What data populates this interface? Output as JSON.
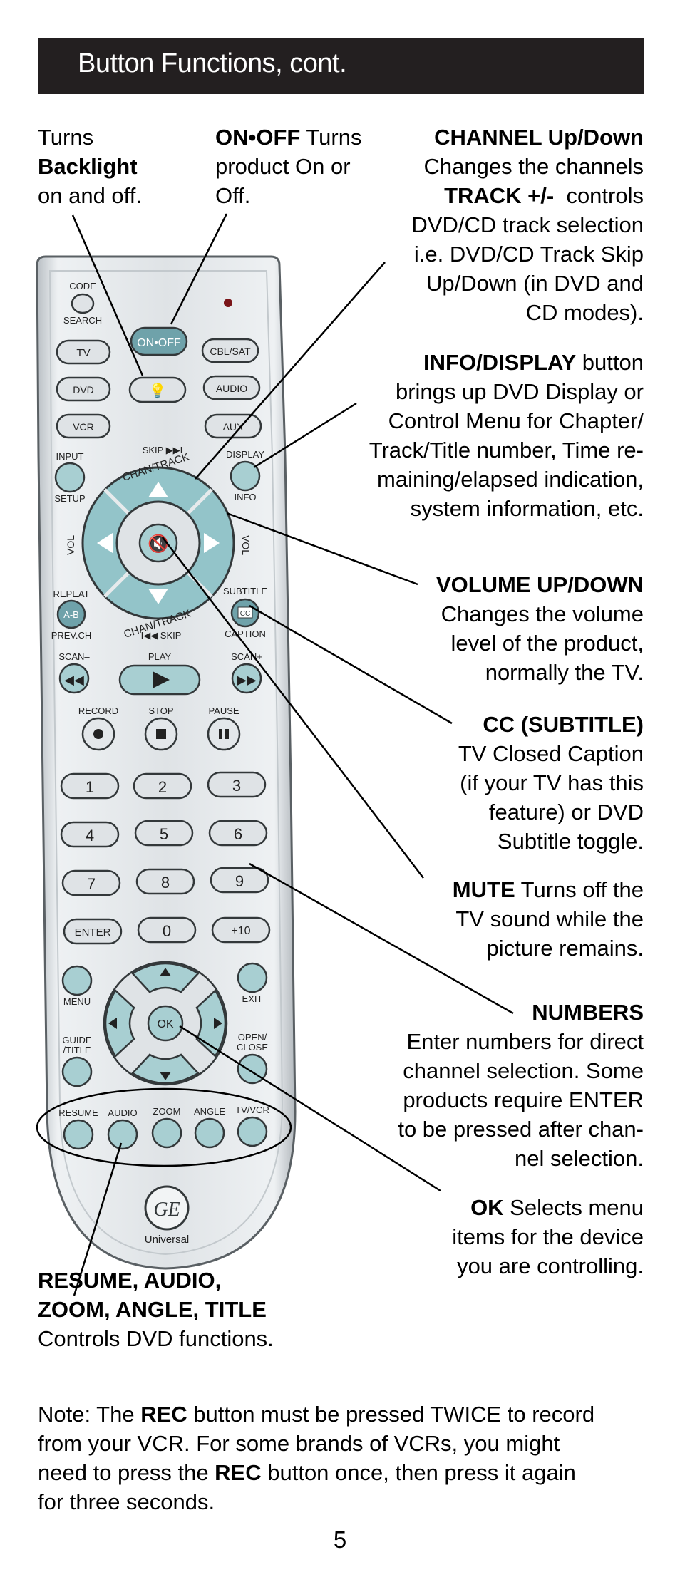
{
  "header": {
    "title": "Button Functions, cont."
  },
  "callouts": {
    "backlight": {
      "p1": "Turns",
      "bold": "Backlight",
      "p2": "on and off."
    },
    "onoff": {
      "bold": "ON•OFF",
      "p1": " Turns",
      "p2": "product On or",
      "p3": "Off."
    },
    "channel": {
      "bold1": "CHANNEL Up/Down",
      "l2": "Changes the channels",
      "bold2": "TRACK +/-",
      "l3tail": "  controls",
      "l4": "DVD/CD track selection",
      "l5": "i.e. DVD/CD Track Skip",
      "l6": "Up/Down (in DVD and",
      "l7": "CD modes)."
    },
    "info": {
      "bold": "INFO/DISPLAY",
      "l1tail": " button",
      "l2": "brings up DVD Display or",
      "l3": "Control Menu for Chapter/",
      "l4": "Track/Title number, Time re-",
      "l5": "maining/elapsed indication,",
      "l6": "system information, etc."
    },
    "volume": {
      "bold": "VOLUME UP/DOWN",
      "l2": "Changes the volume",
      "l3": "level of the product,",
      "l4": "normally the TV."
    },
    "cc": {
      "bold": "CC (SUBTITLE)",
      "l2": "TV Closed Caption",
      "l3": "(if your TV has this",
      "l4": "feature) or DVD",
      "l5": "Subtitle toggle."
    },
    "mute": {
      "bold": "MUTE",
      "l1tail": " Turns off the",
      "l2": "TV sound while the",
      "l3": "picture remains."
    },
    "numbers": {
      "bold": "NUMBERS",
      "l2": "Enter numbers for direct",
      "l3": "channel selection. Some",
      "l4": "products require ENTER",
      "l5": "to be pressed after chan-",
      "l6": "nel selection."
    },
    "ok": {
      "bold": "OK",
      "l1tail": " Selects menu",
      "l2": "items for the device",
      "l3": "you are controlling."
    },
    "dvdfuncs": {
      "bold1": "RESUME, AUDIO,",
      "bold2": "ZOOM, ANGLE, TITLE",
      "l3": "Controls DVD functions."
    }
  },
  "note": {
    "p1": "Note: The ",
    "b1": "REC",
    "p2": " button must be pressed TWICE to record",
    "l2": "from your VCR. For some brands of VCRs, you might",
    "p3": "need to press the ",
    "b2": "REC",
    "p4": " button once, then press it again",
    "l4": "for three seconds."
  },
  "page_number": "5",
  "remote": {
    "code": "CODE",
    "search": "SEARCH",
    "onoff": "ON•OFF",
    "tv": "TV",
    "cblsat": "CBL/SAT",
    "dvd": "DVD",
    "audio": "AUDIO",
    "vcr": "VCR",
    "aux": "AUX",
    "input": "INPUT",
    "setup": "SETUP",
    "display": "DISPLAY",
    "info": "INFO",
    "skip_top": "SKIP ▶▶I",
    "chantrack": "CHAN/TRACK",
    "vol": "VOL",
    "skip_bottom": "I◀◀ SKIP",
    "repeat": "REPEAT",
    "ab": "A-B",
    "prevch": "PREV.CH",
    "subtitle": "SUBTITLE",
    "caption": "CAPTION",
    "cc": "CC",
    "scan_minus": "SCAN–",
    "play": "PLAY",
    "scan_plus": "SCAN+",
    "record": "RECORD",
    "stop": "STOP",
    "pause": "PAUSE",
    "digits": [
      "1",
      "2",
      "3",
      "4",
      "5",
      "6",
      "7",
      "8",
      "9"
    ],
    "enter": "ENTER",
    "zero": "0",
    "plus10": "+10",
    "menu": "MENU",
    "exit": "EXIT",
    "guide": "GUIDE",
    "title": "/TITLE",
    "open": "OPEN/",
    "close": "CLOSE",
    "ok": "OK",
    "resume": "RESUME",
    "audio2": "AUDIO",
    "zoom": "ZOOM",
    "angle": "ANGLE",
    "tvvcr": "TV/VCR",
    "logo": "GE",
    "universal": "Universal"
  }
}
